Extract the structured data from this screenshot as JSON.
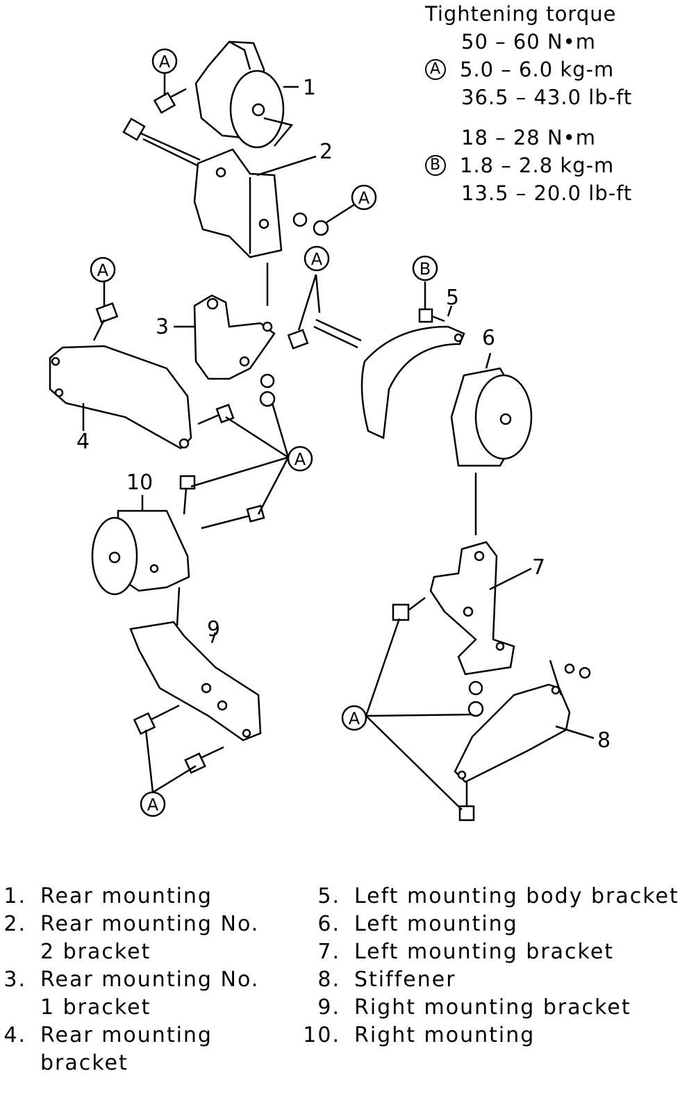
{
  "torque": {
    "title": "Tightening torque",
    "A": {
      "marker": "A",
      "nm": "50 – 60 N•m",
      "kgm": "5.0 – 6.0 kg-m",
      "lbft": "36.5 – 43.0 lb-ft"
    },
    "B": {
      "marker": "B",
      "nm": "18 – 28 N•m",
      "kgm": "1.8 – 2.8 kg-m",
      "lbft": "13.5 – 20.0 lb-ft"
    }
  },
  "callouts": [
    "1",
    "2",
    "3",
    "4",
    "5",
    "6",
    "7",
    "8",
    "9",
    "10"
  ],
  "markers": {
    "A": "A",
    "B": "B"
  },
  "legend": [
    {
      "num": "1.",
      "text": "Rear mounting"
    },
    {
      "num": "2.",
      "text": "Rear mounting No. 2 bracket"
    },
    {
      "num": "3.",
      "text": "Rear mounting No. 1 bracket"
    },
    {
      "num": "4.",
      "text": "Rear mounting bracket"
    },
    {
      "num": "5.",
      "text": "Left mounting body bracket"
    },
    {
      "num": "6.",
      "text": "Left mounting"
    },
    {
      "num": "7.",
      "text": "Left mounting bracket"
    },
    {
      "num": "8.",
      "text": "Stiffener"
    },
    {
      "num": "9.",
      "text": "Right mounting bracket"
    },
    {
      "num": "10.",
      "text": "Right mounting"
    }
  ]
}
